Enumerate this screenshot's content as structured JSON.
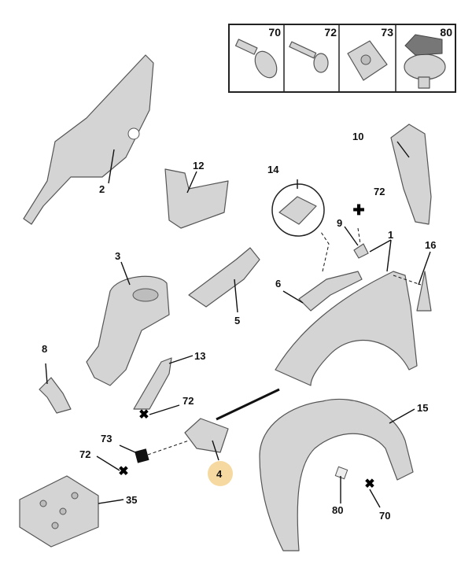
{
  "legend_box": {
    "fasteners": [
      "70",
      "72",
      "73",
      "80"
    ]
  },
  "callouts": [
    "2",
    "12",
    "14",
    "72",
    "10",
    "9",
    "1",
    "16",
    "3",
    "6",
    "5",
    "8",
    "13",
    "72",
    "73",
    "72",
    "4",
    "15",
    "35",
    "80",
    "70"
  ],
  "colors": {
    "highlight_circle": "#f6d9a0",
    "part_fill": "#d4d4d4",
    "outline": "#555555"
  }
}
